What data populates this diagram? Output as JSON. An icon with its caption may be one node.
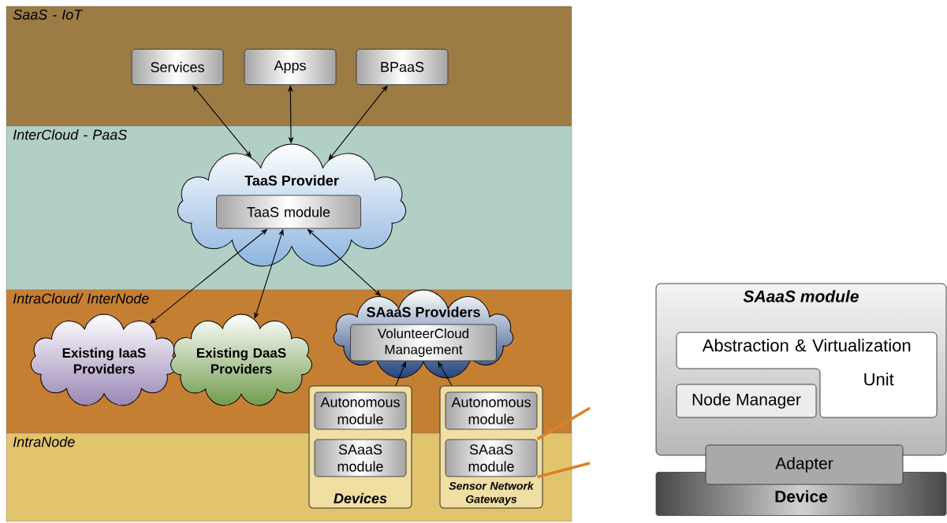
{
  "diagram": {
    "nodes": [
      {
        "text": [
          "SaaS - IoT"
        ]
      },
      {
        "text": [
          "Services"
        ],
        "in": 0
      },
      {
        "text": [
          "Apps"
        ],
        "in": 0
      },
      {
        "text": [
          "BPaaS"
        ],
        "in": 0
      },
      {
        "text": [
          "InterCloud - PaaS"
        ]
      },
      {
        "text": [
          "TaaS Provider"
        ],
        "in": 4
      },
      {
        "text": [
          "TaaS module"
        ],
        "in": 5
      },
      {
        "text": [
          "IntraCloud/ InterNode"
        ]
      },
      {
        "text": [
          "Existing IaaS Providers"
        ],
        "in": 7
      },
      {
        "text": [
          "Existing DaaS Providers"
        ],
        "in": 7
      },
      {
        "text": [
          "SAaaS Providers"
        ],
        "in": 7
      },
      {
        "text": [
          "VolunteerCloud Management"
        ],
        "in": 10
      },
      {
        "text": [
          "IntraNode"
        ]
      },
      {
        "text": [
          "Devices"
        ]
      },
      {
        "text": [
          "Autonomous module"
        ]
      },
      {
        "text": [
          "SAaaS module"
        ]
      },
      {
        "text": [
          "Sensor Network Gateways"
        ]
      },
      {
        "text": [
          "Autonomous module"
        ]
      },
      {
        "text": [
          "SAaaS module"
        ]
      },
      {
        "text": [
          "SAaaS module"
        ]
      },
      {
        "text": [
          "Abstraction & Virtualization Unit"
        ],
        "in": 19
      },
      {
        "text": [
          "Node Manager"
        ],
        "in": 19
      },
      {
        "text": [
          "Adapter"
        ]
      },
      {
        "text": [
          "Device"
        ]
      }
    ],
    "edges": [
      {
        "from": 1,
        "to": 5,
        "arrow": "both"
      },
      {
        "from": 2,
        "to": 5,
        "arrow": "both"
      },
      {
        "from": 3,
        "to": 5,
        "arrow": "both"
      },
      {
        "from": 6,
        "to": 8,
        "arrow": "both"
      },
      {
        "from": 6,
        "to": 9,
        "arrow": "both"
      },
      {
        "from": 6,
        "to": 10,
        "arrow": "both"
      },
      {
        "from": 13,
        "to": 11,
        "arrow": "to"
      },
      {
        "from": 16,
        "to": 11,
        "arrow": "to"
      },
      {
        "from": 18,
        "to": null,
        "arrow": "none",
        "style": "thick",
        "color": "#d9822b"
      },
      {
        "from": 18,
        "to": null,
        "arrow": "none",
        "style": "thick",
        "color": "#d9822b"
      }
    ]
  }
}
